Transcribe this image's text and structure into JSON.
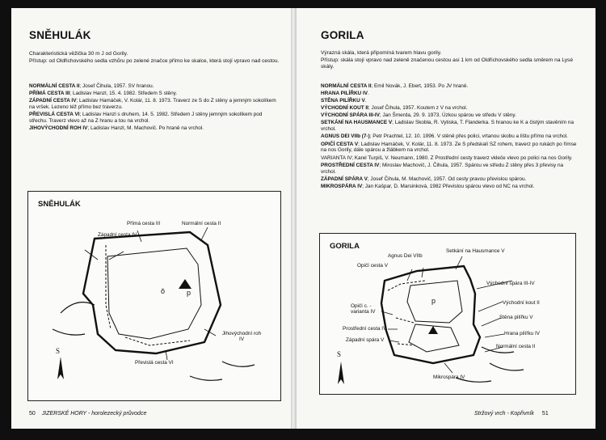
{
  "left_page": {
    "title": "SNĚHULÁK",
    "intro_1": "Charakteristická věžička 30 m J od Gorily.",
    "intro_2": "Přístup: od Oldřichovského sedla vzhůru po zelené značce přímo ke skalce, která stojí vpravo nad cestou.",
    "routes": [
      {
        "name": "NORMÁLNÍ CESTA II",
        "text": "; Josef Čihula, 1957. SV hranou."
      },
      {
        "name": "PŘÍMÁ CESTA III",
        "text": "; Ladislav Hanzl, 15. 4. 1982. Středem S stěny."
      },
      {
        "name": "ZÁPADNÍ CESTA IV",
        "text": "; Ladislav Hamáček, V. Kolár, 11. 8. 1973. Traverz ze S do Z stěny a jemným sokolíkem na vršek. Lezeno též přímo bez traverzu."
      },
      {
        "name": "PŘEVISLÁ CESTA VI",
        "text": "; Ladislav Hanzl s druhem, 14. 5. 1982. Středem J stěny jemným sokolíkem pod střechu. Traverz vlevo až na Z hranu a tou na vrchol."
      },
      {
        "name": "JIHOVÝCHODNÍ ROH IV",
        "text": "; Ladislav Hanzl, M. Machovič. Po hraně na vrchol."
      }
    ],
    "diagram": {
      "title": "SNĚHULÁK",
      "labels": {
        "prima": "Přímá cesta III",
        "normalni": "Normální cesta II",
        "zapadni": "Západní cesta IV",
        "jihovychodni": "Jihovýchodní roh IV",
        "previsla": "Převislá cesta VI",
        "north": "S",
        "summit_o": "ǒ",
        "summit_p": "p"
      }
    },
    "footer": {
      "page_num": "50",
      "text": "JIZERSKÉ HORY - horolezecký průvodce"
    }
  },
  "right_page": {
    "title": "GORILA",
    "intro_1": "Výrazná skála, která připomíná tvarem hlavu gorily.",
    "intro_2": "Přístup: skála stojí vpravo nad zeleně značenou cestou asi 1 km od Oldřichovského sedla směrem na Lysé skály.",
    "routes": [
      {
        "name": "NORMÁLNÍ CESTA II",
        "text": "; Emil Novák, J. Ebert, 1953. Po JV hraně."
      },
      {
        "name": "HRANA PILÍŘKU IV",
        "text": "."
      },
      {
        "name": "STĚNA PILÍŘKU V",
        "text": "."
      },
      {
        "name": "VÝCHODNÍ KOUT II",
        "text": "; Josef Čihula, 1957. Koutem z V na vrchol."
      },
      {
        "name": "VÝCHODNÍ SPÁRA III-IV",
        "text": "; Jan Šmerda, 29. 9. 1973. Úzkou spárou ve středu V stěny."
      },
      {
        "name": "SETKÁNÍ NA HAUSMANCE V",
        "text": "; Ladislav Skobla, R. Vytiska, T. Flanderka. S hranou ke K a čistým stavěním na vrchol."
      },
      {
        "name": "AGNUS DEI VIIb (7-)",
        "text": "; Petr Prachtel, 12. 10. 1996. V stěně přes polici, vrtanou skobu a lištu přímo na vrchol."
      },
      {
        "name": "OPIČÍ CESTA V",
        "text": "; Ladislav Hamáček, V. Kolár, 11. 8. 1973. Ze S předskalí SZ rohem, traverz po rukách po římse na nos Gorily, dále spárou a žlábkem na vrchol."
      },
      {
        "name": "",
        "text": "VARIANTA IV; Karel Turpiš, V. Neumann, 1980. Z Prostřední cesty traverz vkleče vlevo po polici na nos Gorily."
      },
      {
        "name": "PROSTŘEDNÍ CESTA IV",
        "text": "; Miroslav Machovič, J. Čihula, 1957. Spárou ve středu Z stěny přes 3 převisy na vrchol."
      },
      {
        "name": "ZÁPADNÍ SPÁRA V",
        "text": "; Josef Čihula, M. Machovič, 1957. Od cesty pravou převislou spárou."
      },
      {
        "name": "MIKROSPÁRA IV",
        "text": "; Jan Kašpar, D. Marsinková, 1982 Převislou spárou vlevo od NC na vrchol."
      }
    ],
    "diagram": {
      "title": "GORILA",
      "labels": {
        "agnus": "Agnus Dei VIIb",
        "setkani": "Setkání na Hausmance V",
        "opici": "Opičí cesta V",
        "vych_spara": "Východní spára III-IV",
        "opici_var": "Opičí c. -varianta IV",
        "vych_kout": "Východní kout II",
        "prostredni": "Prostřední cesta IV",
        "stena_pil": "Stěna pilířku V",
        "zapadni": "Západní spára V",
        "hrana_pil": "Hrana pilířku IV",
        "normalni": "Normální cesta II",
        "mikrospara": "Mikrospára IV",
        "north": "S",
        "summit_p": "p"
      }
    },
    "footer": {
      "text": "Stržový vrch - Kopřivník",
      "page_num": "51"
    }
  }
}
